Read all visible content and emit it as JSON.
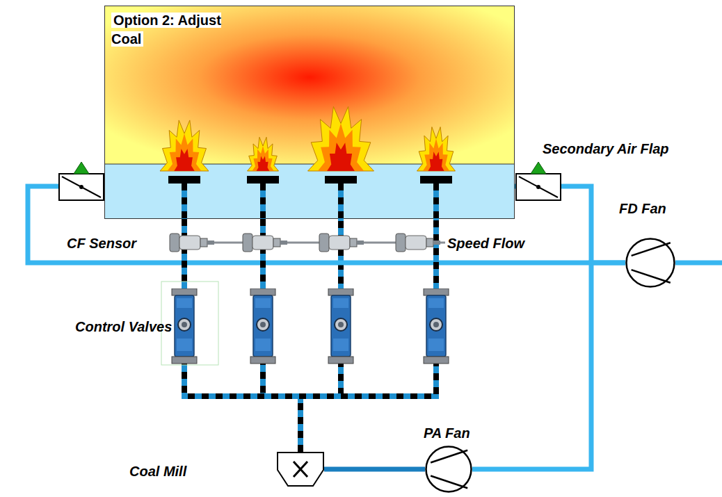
{
  "diagram": {
    "nodes": [
      {
        "text": [
          "Option 2: Adjust Coal"
        ]
      },
      {
        "text": [
          "Coal Mill"
        ]
      },
      {
        "text": [
          "PA Fan"
        ]
      },
      {
        "text": [
          "FD Fan"
        ]
      }
    ],
    "edges": [
      {
        "from": 2,
        "to": 1,
        "arrow": "none"
      },
      {
        "from": 1,
        "to": 0,
        "arrow": "none"
      },
      {
        "from": 3,
        "to": 2,
        "arrow": "none"
      },
      {
        "from": 3,
        "to": 0,
        "arrow": "none"
      }
    ],
    "labels": [
      "Secondary Air Flap",
      "CF Sensor",
      "Speed Flow",
      "Control Valves"
    ]
  }
}
